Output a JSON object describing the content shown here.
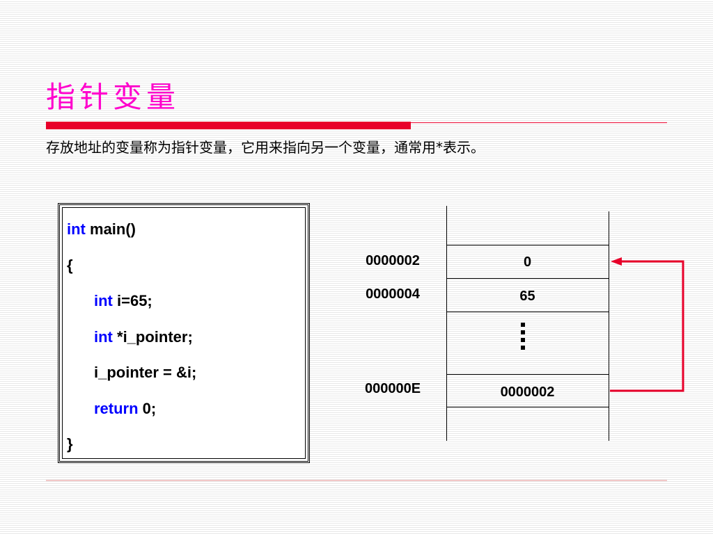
{
  "slide": {
    "title": "指针变量",
    "subtitle": "存放地址的变量称为指针变量，它用来指向另一个变量，通常用*表示。"
  },
  "code": {
    "line1_kw": "int",
    "line1_rest": " main()",
    "line2": "{",
    "line3_kw": "int",
    "line3_rest": " i=65;",
    "line4_kw": "int",
    "line4_rest": " *i_pointer;",
    "line5": "i_pointer = &i;",
    "line6_kw": "return",
    "line6_rest": " 0;",
    "line7": "}"
  },
  "memory": {
    "addresses": [
      "0000002",
      "0000004",
      "000000E"
    ],
    "values": [
      "0",
      "65",
      "0000002"
    ]
  },
  "colors": {
    "title": "#ff00cc",
    "keyword": "#0000ff",
    "rule": "#e8002a",
    "arrow": "#e8002a"
  }
}
